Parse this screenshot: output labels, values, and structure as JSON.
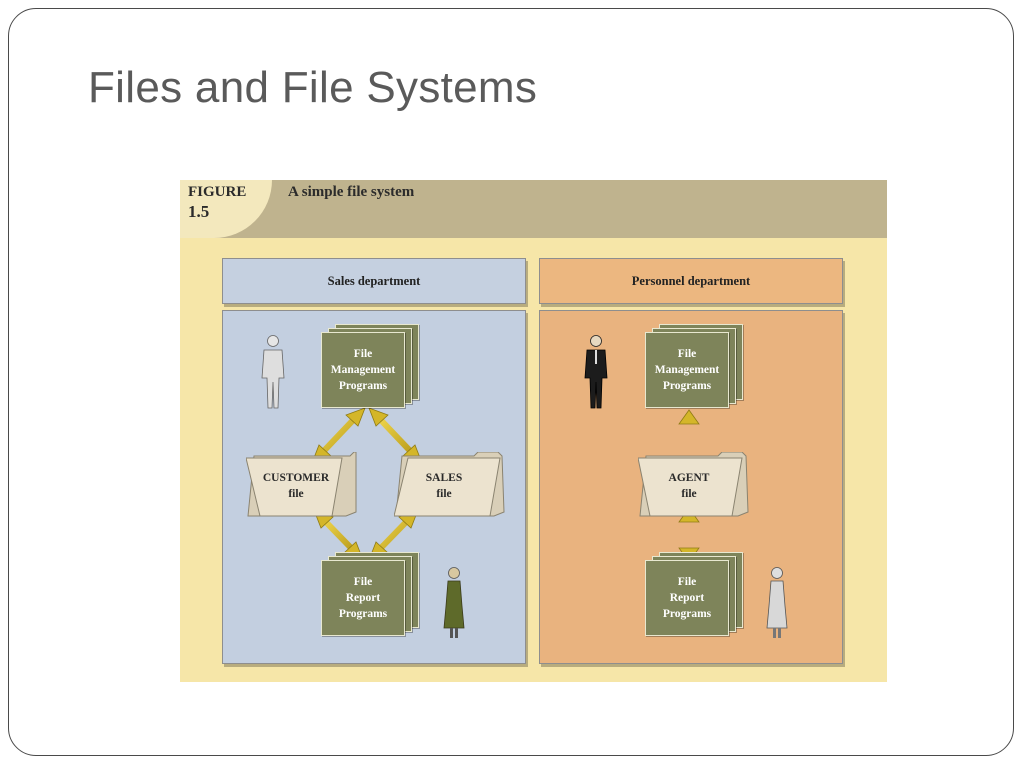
{
  "slide": {
    "title": "Files and File Systems"
  },
  "figure": {
    "label": "FIGURE",
    "number": "1.5",
    "caption": "A simple file system",
    "colors": {
      "header": "#bfb38e",
      "background": "#f6e6a8",
      "sales": "#c3cfe0",
      "personnel": "#e9b37f",
      "program_box": "#7e845a",
      "arrow": "#d4b629",
      "folder": "#ece3cf"
    },
    "departments": {
      "sales": {
        "name": "Sales department",
        "management_programs": [
          "File",
          "Management",
          "Programs"
        ],
        "report_programs": [
          "File",
          "Report",
          "Programs"
        ],
        "files": [
          {
            "name": "CUSTOMER",
            "type": "file"
          },
          {
            "name": "SALES",
            "type": "file"
          }
        ],
        "people": [
          "man-figure",
          "woman-figure"
        ]
      },
      "personnel": {
        "name": "Personnel department",
        "management_programs": [
          "File",
          "Management",
          "Programs"
        ],
        "report_programs": [
          "File",
          "Report",
          "Programs"
        ],
        "files": [
          {
            "name": "AGENT",
            "type": "file"
          }
        ],
        "people": [
          "man-figure",
          "woman-figure"
        ]
      }
    }
  }
}
